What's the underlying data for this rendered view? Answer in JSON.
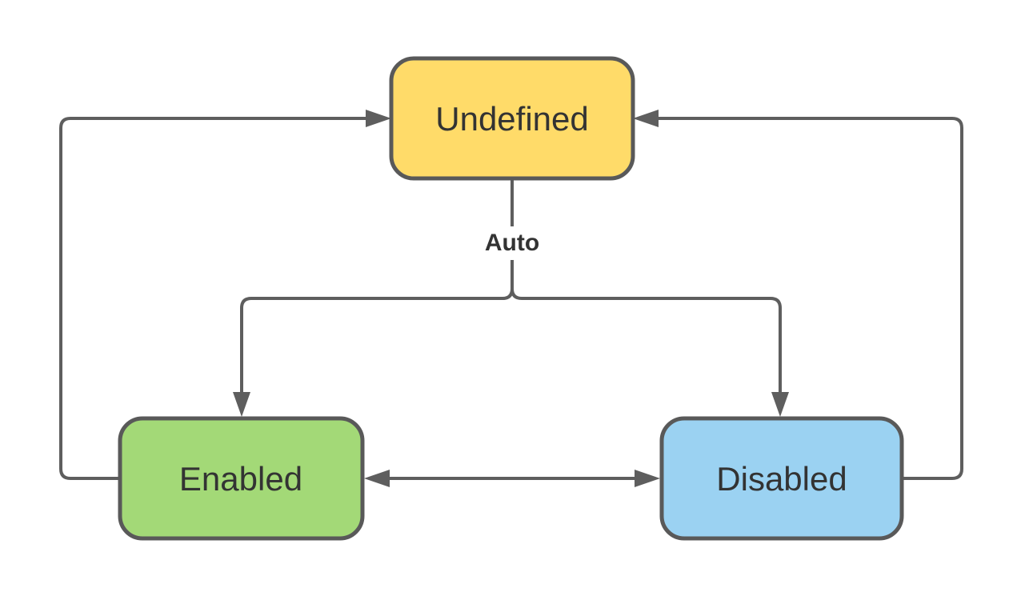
{
  "diagram": {
    "type": "state-diagram",
    "background_color": "#FFFFFF",
    "connector_color": "#5E5E5E",
    "node_border_color": "#595959",
    "text_color": "#333333",
    "nodes": [
      {
        "id": "undefined",
        "label": "Undefined",
        "fill": "#FFDB69",
        "position": "top-center"
      },
      {
        "id": "enabled",
        "label": "Enabled",
        "fill": "#A3D977",
        "position": "bottom-left"
      },
      {
        "id": "disabled",
        "label": "Disabled",
        "fill": "#9BD2F2",
        "position": "bottom-right"
      }
    ],
    "edge_label": "Auto",
    "edges": [
      {
        "from": "undefined",
        "to": "enabled",
        "label": "Auto",
        "style": "branch-down-left"
      },
      {
        "from": "undefined",
        "to": "disabled",
        "label": "Auto",
        "style": "branch-down-right"
      },
      {
        "from": "enabled",
        "to": "undefined",
        "label": "",
        "style": "loop-left"
      },
      {
        "from": "disabled",
        "to": "undefined",
        "label": "",
        "style": "loop-right"
      },
      {
        "from": "enabled",
        "to": "disabled",
        "label": "",
        "style": "bidirectional-horizontal"
      }
    ]
  }
}
